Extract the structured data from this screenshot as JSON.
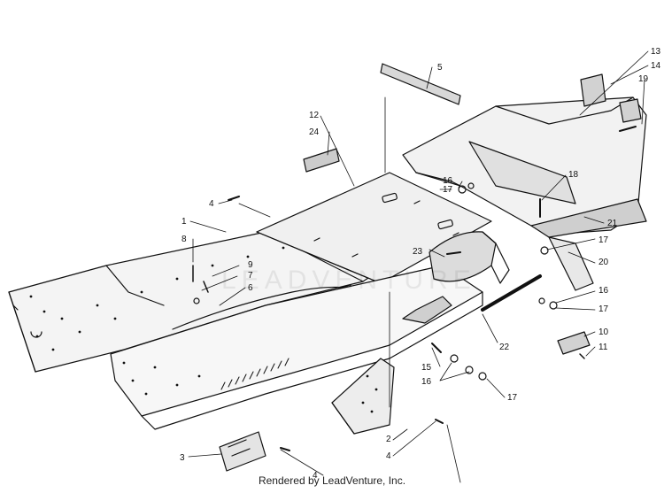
{
  "diagram": {
    "callouts": [
      "1",
      "2",
      "3",
      "4",
      "4",
      "4",
      "5",
      "6",
      "7",
      "8",
      "9",
      "10",
      "11",
      "12",
      "13",
      "14",
      "15",
      "16",
      "16",
      "16",
      "17",
      "17",
      "17",
      "17",
      "18",
      "19",
      "20",
      "21",
      "22",
      "23",
      "24"
    ],
    "watermark_text": "LEADVENTURE"
  },
  "footer": {
    "text": "Rendered by LeadVenture, Inc."
  }
}
